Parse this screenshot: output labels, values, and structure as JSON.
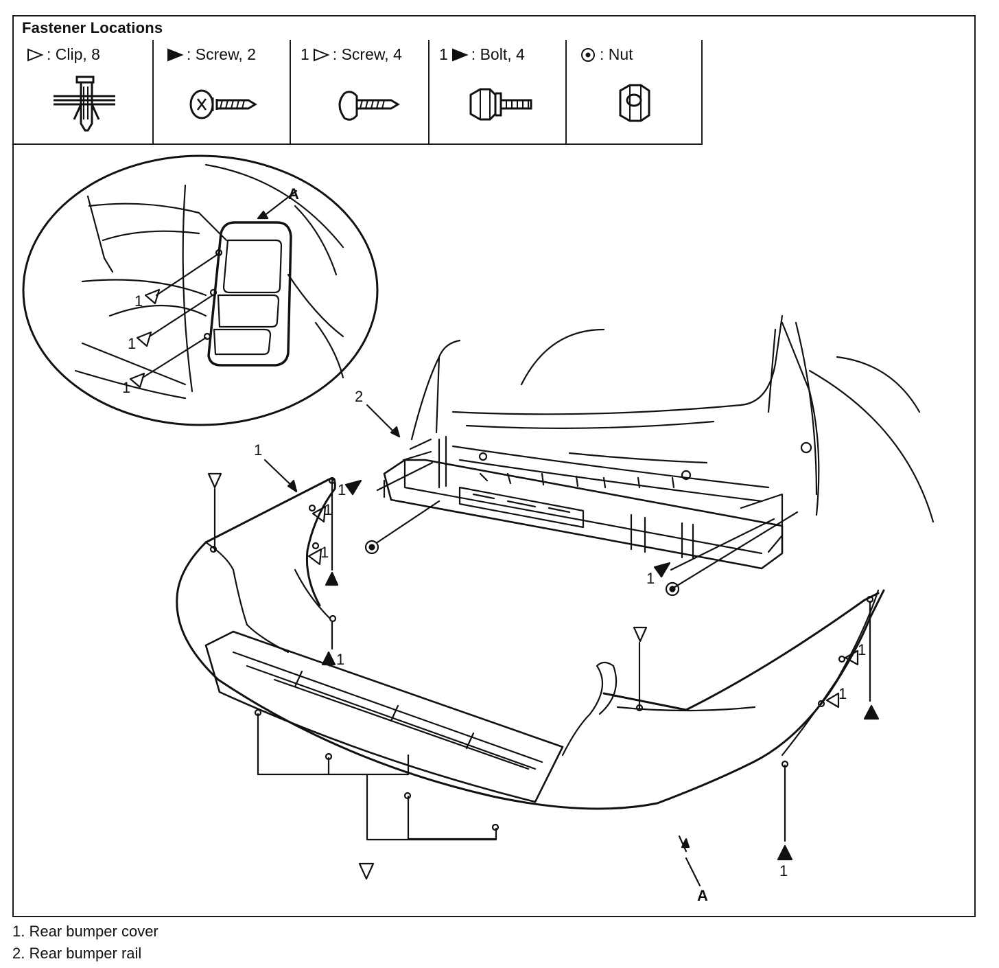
{
  "title": "Fastener Locations",
  "fasteners": [
    {
      "prefix": "",
      "symbol": "open-triangle",
      "text": ": Clip, 8"
    },
    {
      "prefix": "",
      "symbol": "filled-triangle",
      "text": ": Screw, 2"
    },
    {
      "prefix": "1",
      "symbol": "open-triangle",
      "text": ": Screw, 4"
    },
    {
      "prefix": "1",
      "symbol": "filled-triangle",
      "text": ": Bolt, 4"
    },
    {
      "prefix": "",
      "symbol": "nut-circle",
      "text": ": Nut"
    }
  ],
  "callouts": {
    "a": "A",
    "one": "1",
    "two": "2"
  },
  "legend": [
    "1. Rear bumper cover",
    "2. Rear bumper rail"
  ]
}
